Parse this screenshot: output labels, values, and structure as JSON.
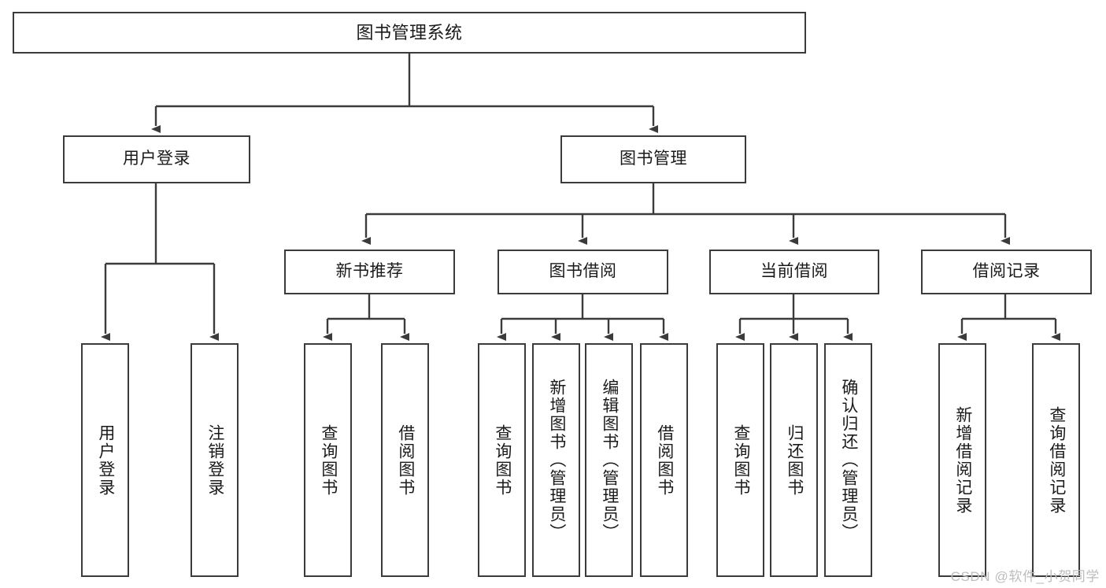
{
  "diagram": {
    "title": "图书管理系统",
    "watermark": "CSDN @软件_小贺同学",
    "line_color": "#3b3b3b",
    "box_fill": "#ffffff",
    "text_color": "#1a1a1a",
    "watermark_color": "#bdbdbd",
    "root": {
      "label": "图书管理系统"
    },
    "level2": [
      {
        "label": "用户登录"
      },
      {
        "label": "图书管理"
      }
    ],
    "level3": [
      {
        "label": "新书推荐"
      },
      {
        "label": "图书借阅"
      },
      {
        "label": "当前借阅"
      },
      {
        "label": "借阅记录"
      }
    ],
    "leaves": {
      "user_login": [
        {
          "label": "用户登录"
        },
        {
          "label": "注销登录"
        }
      ],
      "new_book": [
        {
          "label": "查询图书"
        },
        {
          "label": "借阅图书"
        }
      ],
      "book_borrow": [
        {
          "label": "查询图书"
        },
        {
          "label": "新增图书（管理员）"
        },
        {
          "label": "编辑图书（管理员）"
        },
        {
          "label": "借阅图书"
        }
      ],
      "current_borrow": [
        {
          "label": "查询图书"
        },
        {
          "label": "归还图书"
        },
        {
          "label": "确认归还（管理员）"
        }
      ],
      "borrow_record": [
        {
          "label": "新增借阅记录"
        },
        {
          "label": "查询借阅记录"
        }
      ]
    }
  }
}
